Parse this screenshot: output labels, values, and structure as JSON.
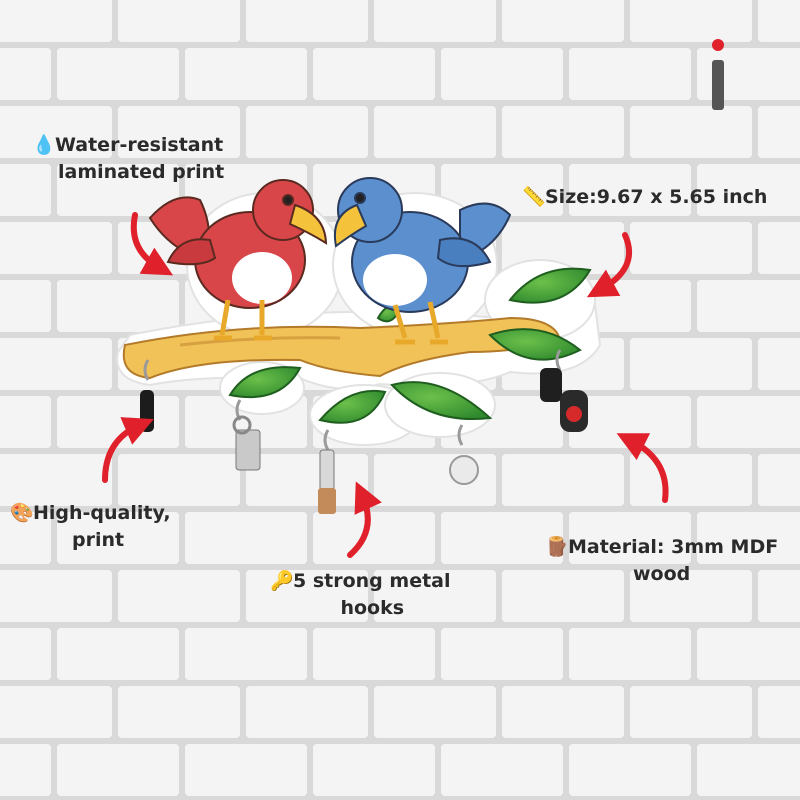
{
  "callouts": {
    "water": {
      "icon": "water-drop-icon",
      "line1": "Water-resistant",
      "line2": "laminated print"
    },
    "size": {
      "icon": "ruler-icon",
      "line1": "Size:9.67  x 5.65 inch"
    },
    "quality": {
      "icon": "palette-icon",
      "line1": "High-quality,",
      "line2": "print"
    },
    "hooks": {
      "icon": "key-icon",
      "line1": "5 strong metal",
      "line2": "hooks"
    },
    "material": {
      "icon": "wood-log-icon",
      "line1": "Material: 3mm MDF",
      "line2": "wood"
    }
  },
  "colors": {
    "wall": "#f4f4f4",
    "mortar": "#d9d9d9",
    "arrow": "#e0202a",
    "red_bird": "#d9464a",
    "blue_bird": "#5b8fce",
    "branch": "#f0c257",
    "leaf": "#3fa33a",
    "text": "#2b2b2b"
  }
}
